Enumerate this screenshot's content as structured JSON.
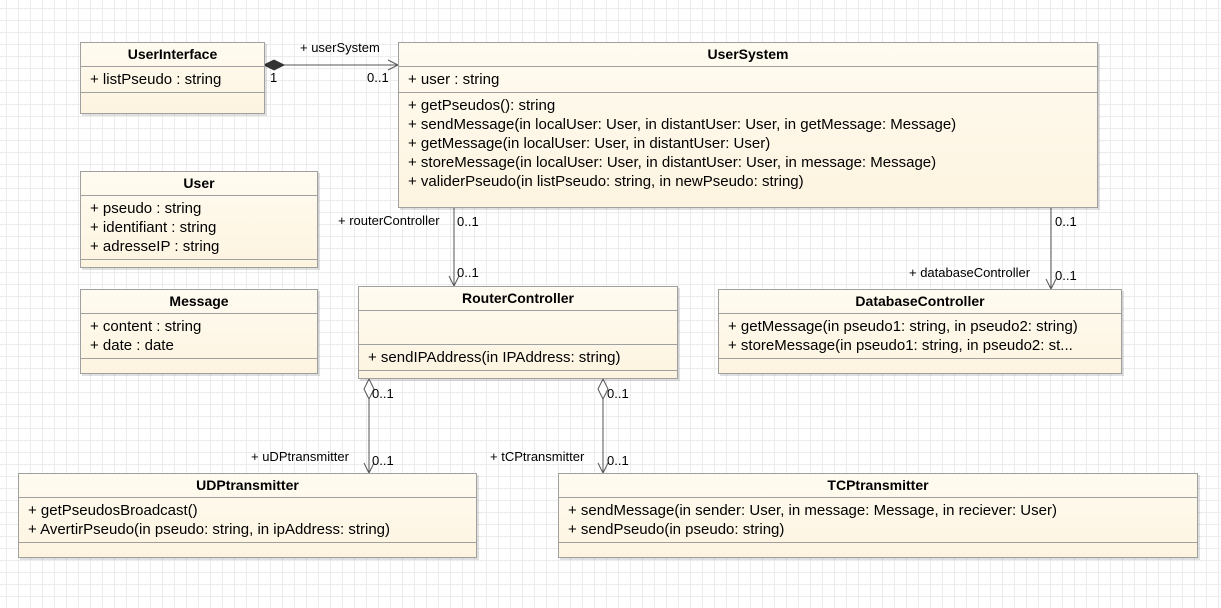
{
  "classes": {
    "user_interface": {
      "name": "UserInterface",
      "attributes": [
        "+ listPseudo : string"
      ],
      "operations": []
    },
    "user_system": {
      "name": "UserSystem",
      "attributes": [
        "+ user : string"
      ],
      "operations": [
        "+ getPseudos(): string",
        "+ sendMessage(in localUser: User, in distantUser: User, in getMessage: Message)",
        "+ getMessage(in localUser: User, in distantUser: User)",
        "+ storeMessage(in localUser: User, in distantUser: User, in message: Message)",
        "+ validerPseudo(in listPseudo: string, in newPseudo: string)"
      ]
    },
    "user": {
      "name": "User",
      "attributes": [
        "+ pseudo : string",
        "+ identifiant : string",
        "+ adresseIP : string"
      ],
      "operations": []
    },
    "message": {
      "name": "Message",
      "attributes": [
        "+ content : string",
        "+ date : date"
      ],
      "operations": []
    },
    "router_controller": {
      "name": "RouterController",
      "attributes": [],
      "operations": [
        "+ sendIPAddress(in IPAddress: string)"
      ]
    },
    "database_controller": {
      "name": "DatabaseController",
      "operations": [
        "+ getMessage(in pseudo1: string, in pseudo2: string)",
        "+ storeMessage(in pseudo1: string, in pseudo2: st..."
      ]
    },
    "udp_transmitter": {
      "name": "UDPtransmitter",
      "operations": [
        "+ getPseudosBroadcast()",
        "+ AvertirPseudo(in pseudo: string, in ipAddress: string)"
      ]
    },
    "tcp_transmitter": {
      "name": "TCPtransmitter",
      "operations": [
        "+ sendMessage(in sender: User, in message: Message, in reciever: User)",
        "+ sendPseudo(in pseudo: string)"
      ]
    }
  },
  "associations": {
    "user_system_role": "+ userSystem",
    "user_interface_mult": "1",
    "user_system_mult": "0..1",
    "router_controller_role": "+ routerController",
    "router_src_mult": "0..1",
    "router_dst_mult": "0..1",
    "database_controller_role": "+ databaseController",
    "database_src_mult": "0..1",
    "database_dst_mult": "0..1",
    "udp_role": "+ uDPtransmitter",
    "udp_src_mult": "0..1",
    "udp_dst_mult": "0..1",
    "tcp_role": "+ tCPtransmitter",
    "tcp_src_mult": "0..1",
    "tcp_dst_mult": "0..1"
  },
  "colors": {
    "class_fill": "#fdf4e0",
    "class_border": "#a0a0a0",
    "line": "#555555"
  }
}
